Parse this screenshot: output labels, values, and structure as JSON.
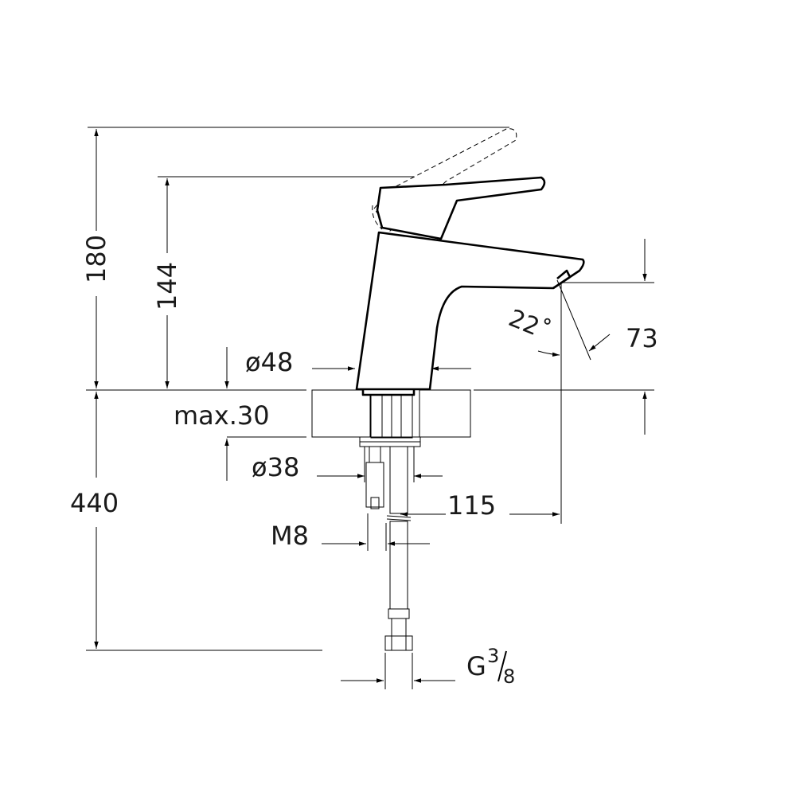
{
  "dimensions": {
    "total_height": "180",
    "spout_height": "144",
    "body_diameter": "ø48",
    "counter_thickness": "max.30",
    "hole_diameter": "ø38",
    "spout_angle": "22˚",
    "spout_offset": "73",
    "spout_reach": "115",
    "hose_length": "440",
    "stud_thread": "M8",
    "connection_thread_prefix": "G",
    "connection_thread_num": "3",
    "connection_thread_den": "8"
  }
}
